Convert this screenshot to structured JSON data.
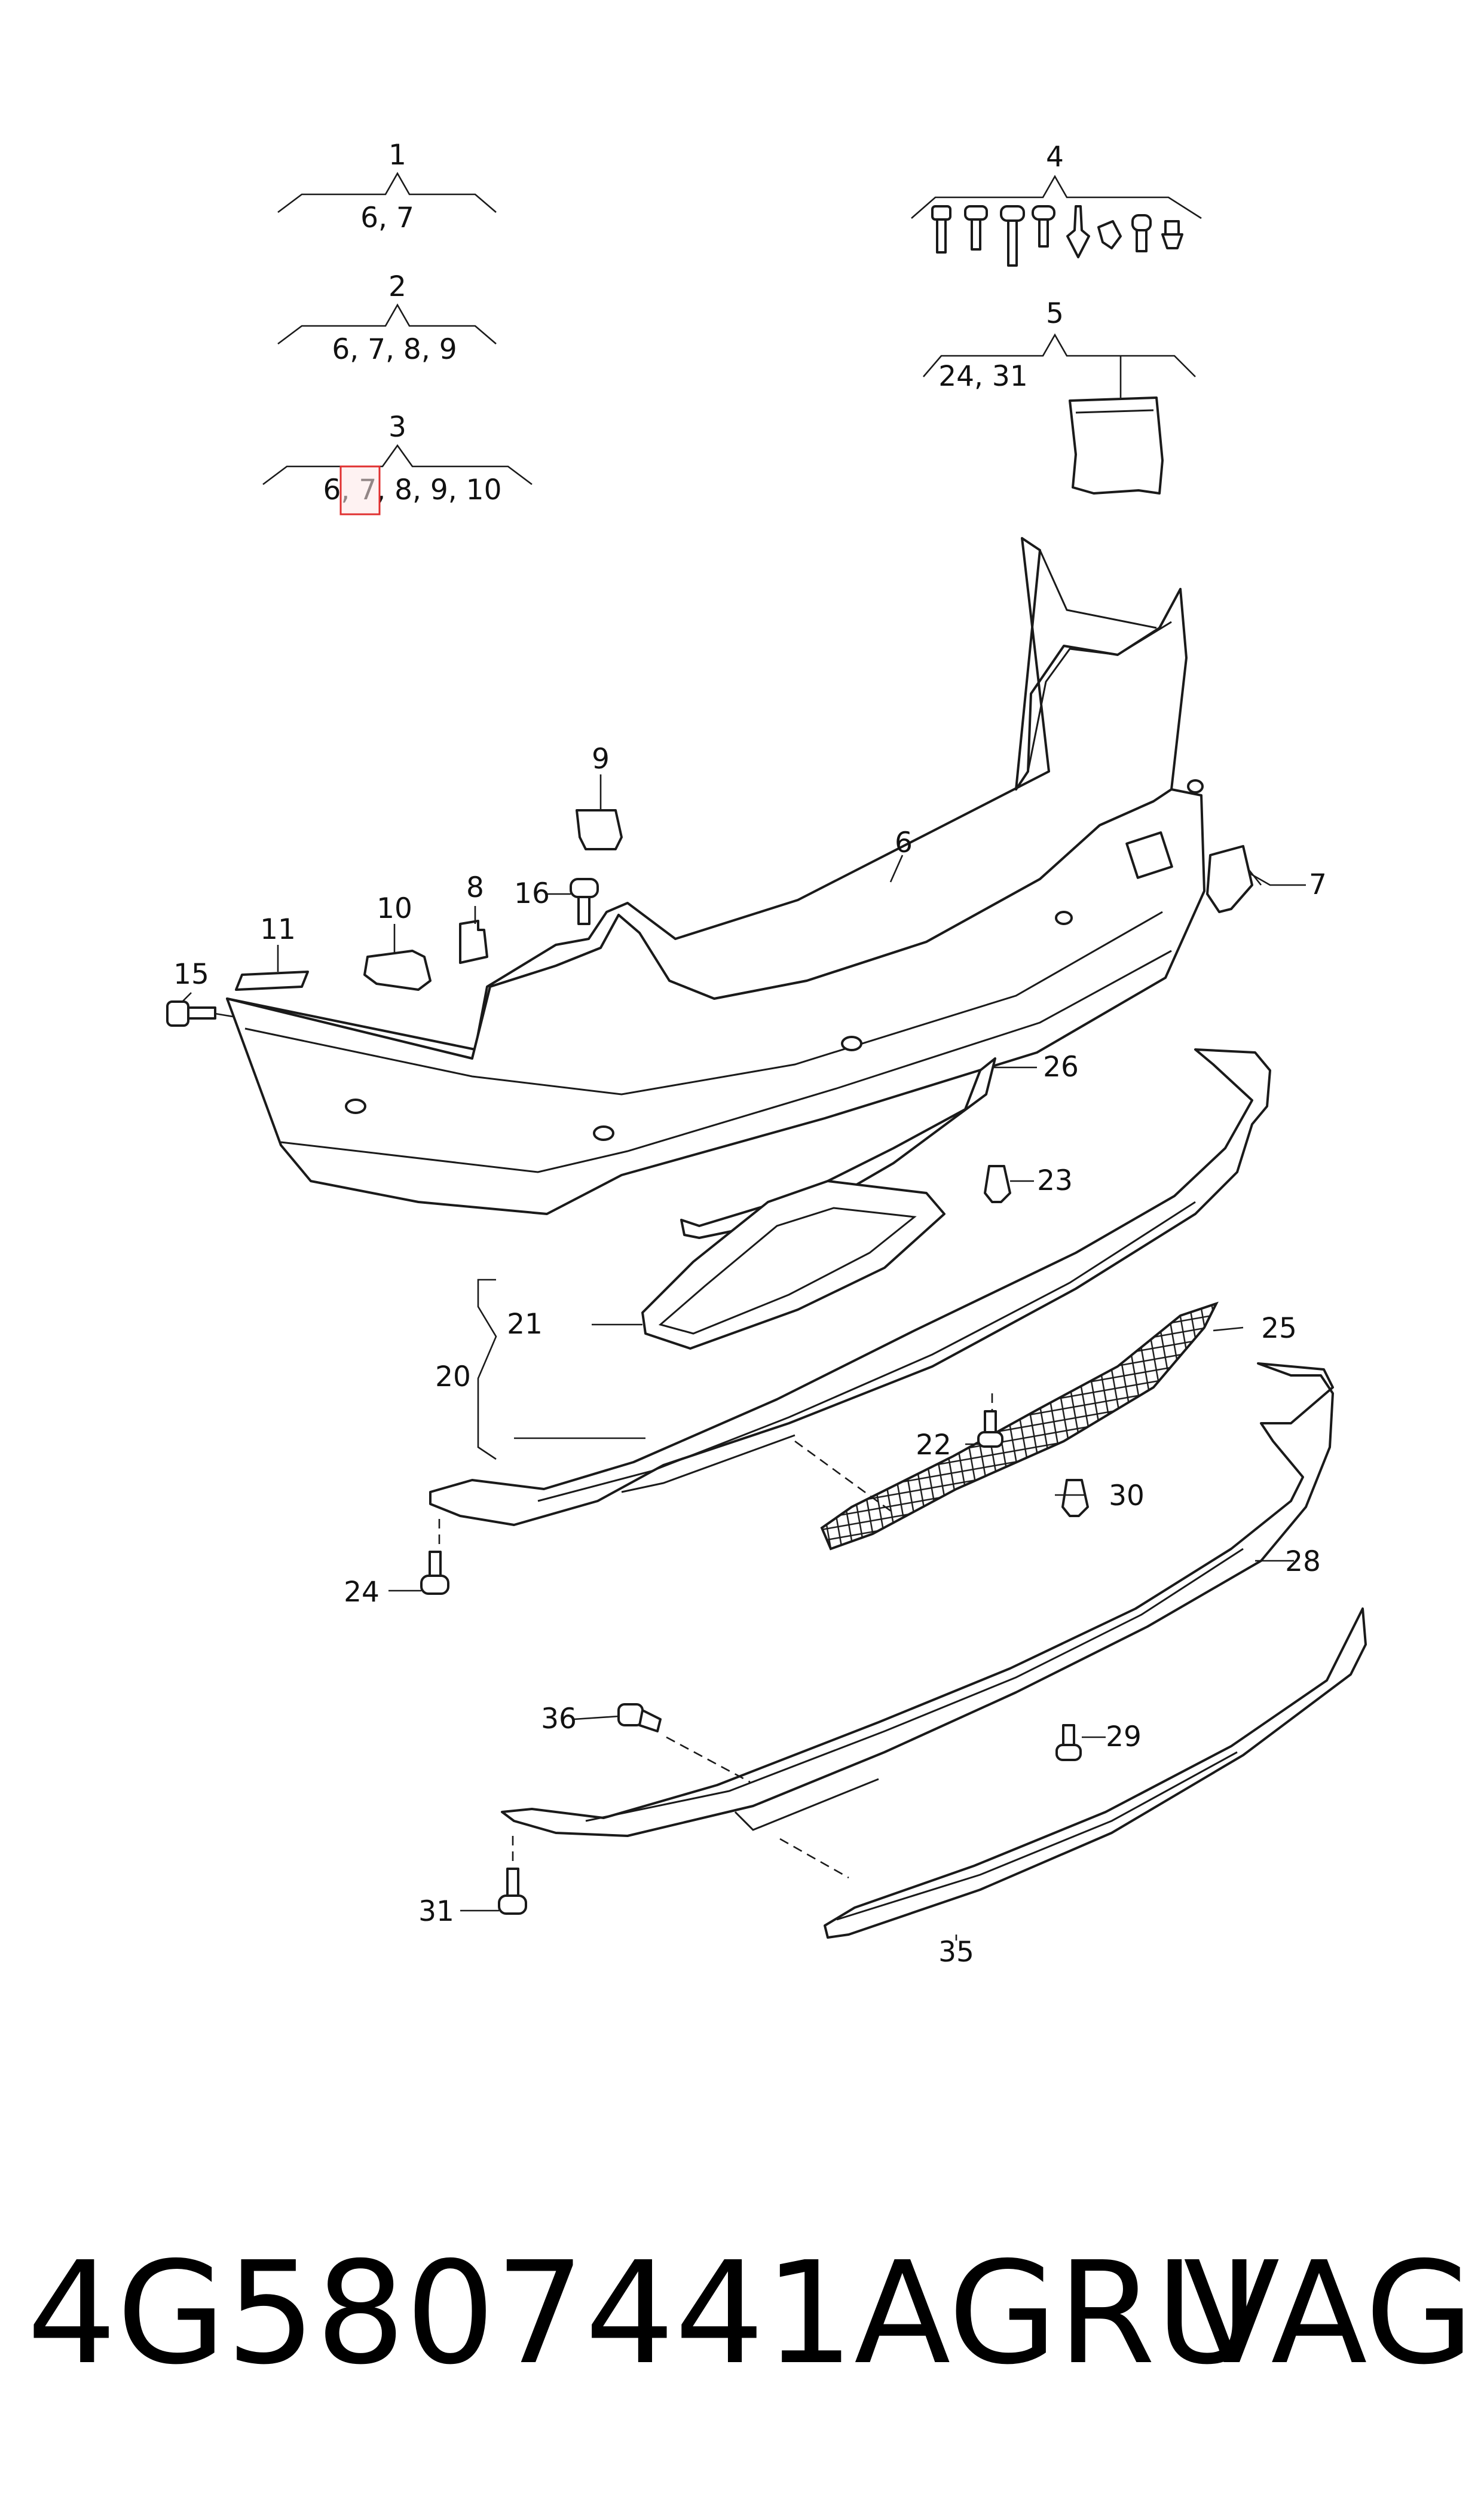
{
  "groups": [
    {
      "number": "1",
      "members": "6, 7"
    },
    {
      "number": "2",
      "members": "6, 7, 8, 9"
    },
    {
      "number": "3",
      "members": "6, 7, 8, 9, 10"
    },
    {
      "number": "4",
      "members": ""
    },
    {
      "number": "5",
      "members": "24, 31"
    }
  ],
  "highlight": {
    "item": "7",
    "color": "#e03030"
  },
  "callouts": {
    "c6": "6",
    "c7": "7",
    "c8": "8",
    "c9": "9",
    "c10": "10",
    "c11": "11",
    "c15": "15",
    "c16": "16",
    "c20": "20",
    "c21": "21",
    "c22": "22",
    "c23": "23",
    "c24": "24",
    "c25": "25",
    "c26": "26",
    "c28": "28",
    "c29": "29",
    "c30": "30",
    "c31": "31",
    "c35": "35",
    "c36": "36"
  },
  "footer": {
    "part_number": "4G5807441AGRU",
    "brand": "VAG"
  }
}
